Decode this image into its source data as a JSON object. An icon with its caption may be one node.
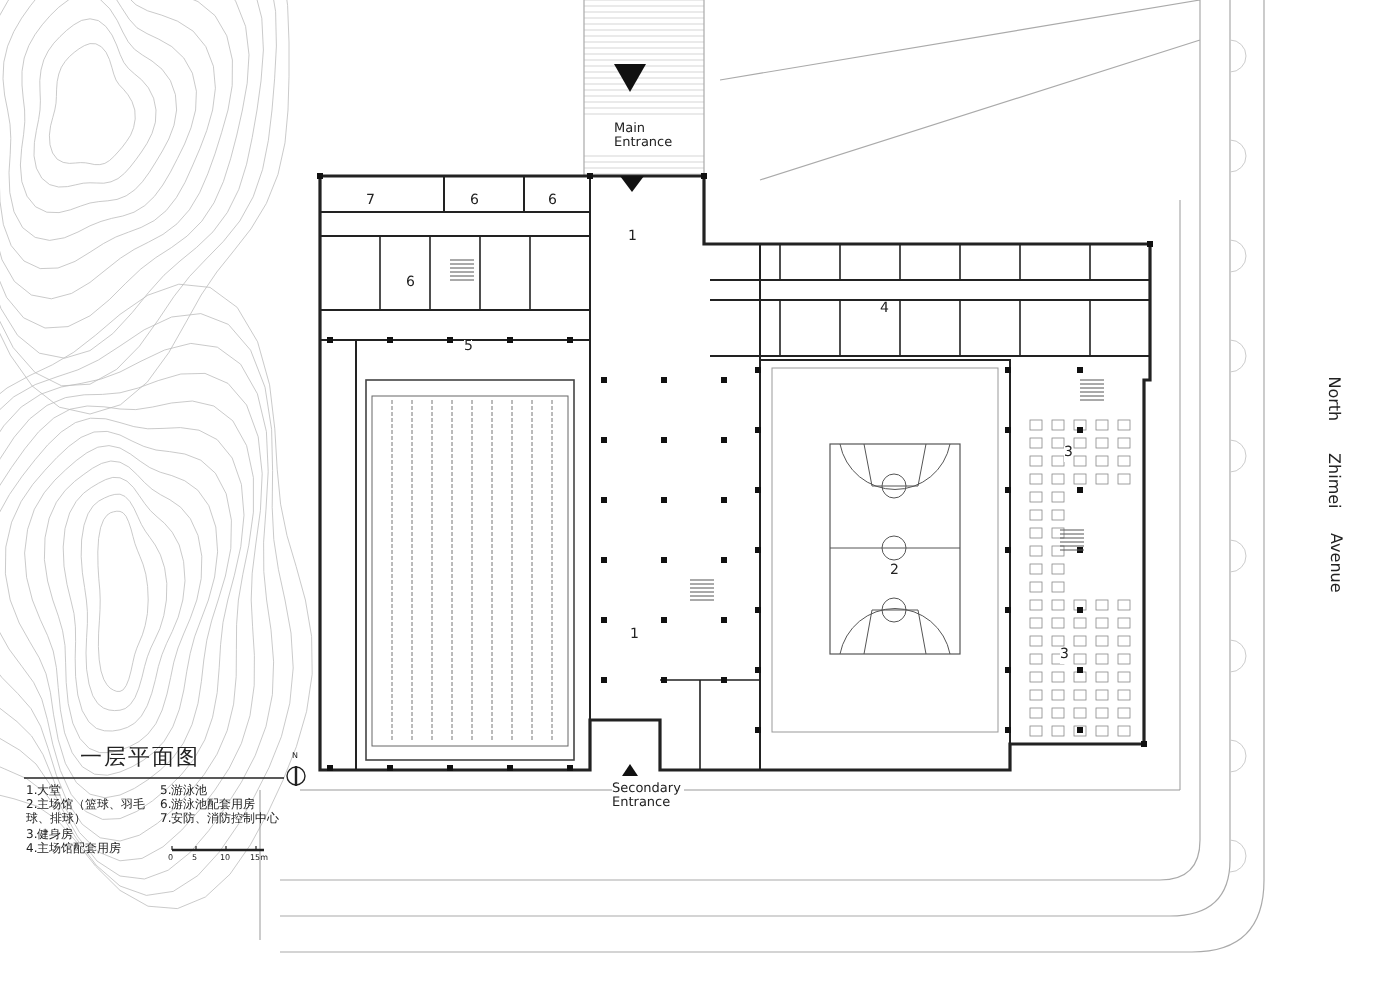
{
  "diagram": {
    "title": "一层平面图",
    "labels": [
      "Main Entrance",
      "7",
      "6",
      "6",
      "1",
      "6",
      "4",
      "5",
      "North",
      "Zhimei",
      "Avenue",
      "3",
      "2",
      "1",
      "3",
      "1.大堂",
      "5.游泳池",
      "2.主场馆（篮球、羽毛球、排球）",
      "6.游泳池配套用房",
      "7.安防、消防控制中心",
      "3.健身房",
      "4.主场馆配套用房",
      "Secondary Entrance",
      "0",
      "5",
      "10",
      "15m",
      "N"
    ]
  }
}
